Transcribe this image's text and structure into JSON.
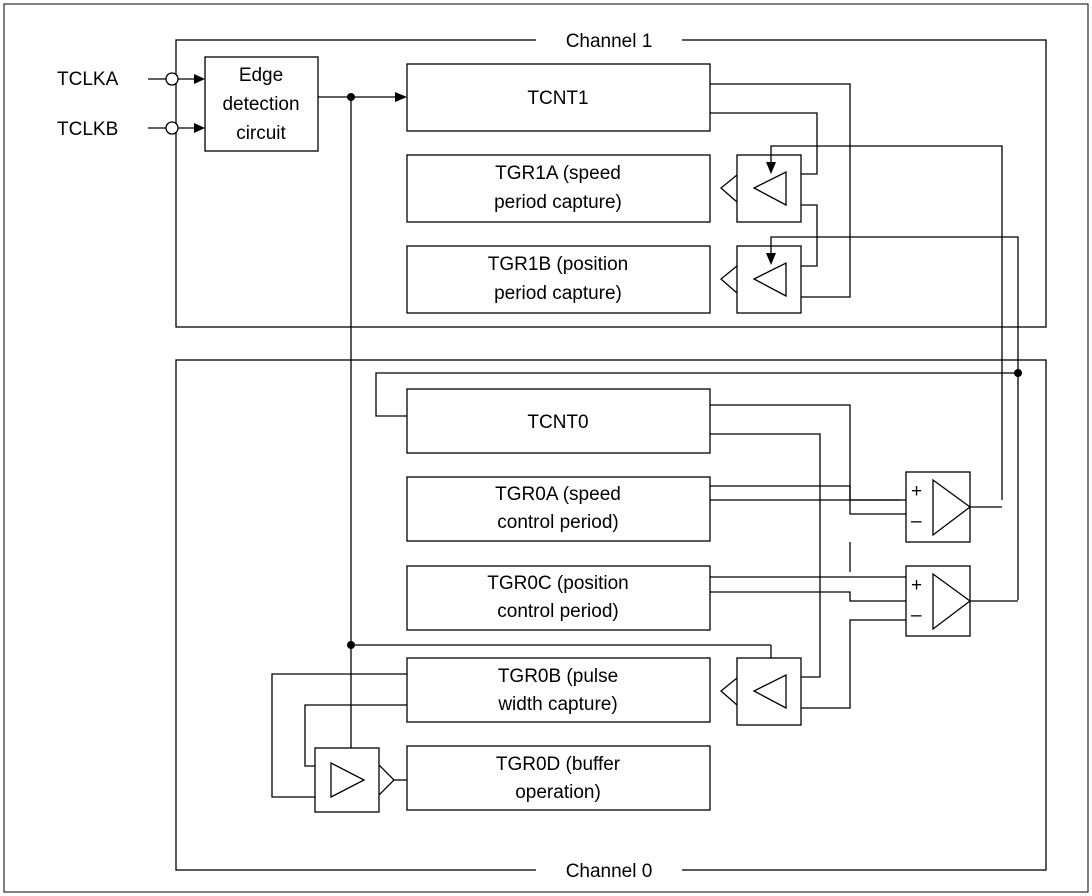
{
  "inputs": {
    "tclka": "TCLKA",
    "tclkb": "TCLKB"
  },
  "edge_detection": {
    "line1": "Edge",
    "line2": "detection",
    "line3": "circuit"
  },
  "channel1": {
    "label": "Channel 1",
    "tcnt": "TCNT1",
    "tgra": {
      "line1": "TGR1A (speed",
      "line2": "period capture)"
    },
    "tgrb": {
      "line1": "TGR1B (position",
      "line2": "period capture)"
    }
  },
  "channel0": {
    "label": "Channel 0",
    "tcnt": "TCNT0",
    "tgra": {
      "line1": "TGR0A (speed",
      "line2": "control period)"
    },
    "tgrc": {
      "line1": "TGR0C (position",
      "line2": "control period)"
    },
    "tgrb": {
      "line1": "TGR0B (pulse",
      "line2": "width capture)"
    },
    "tgrd": {
      "line1": "TGR0D (buffer",
      "line2": "operation)"
    }
  },
  "comparator": {
    "plus": "+",
    "minus": "–"
  }
}
